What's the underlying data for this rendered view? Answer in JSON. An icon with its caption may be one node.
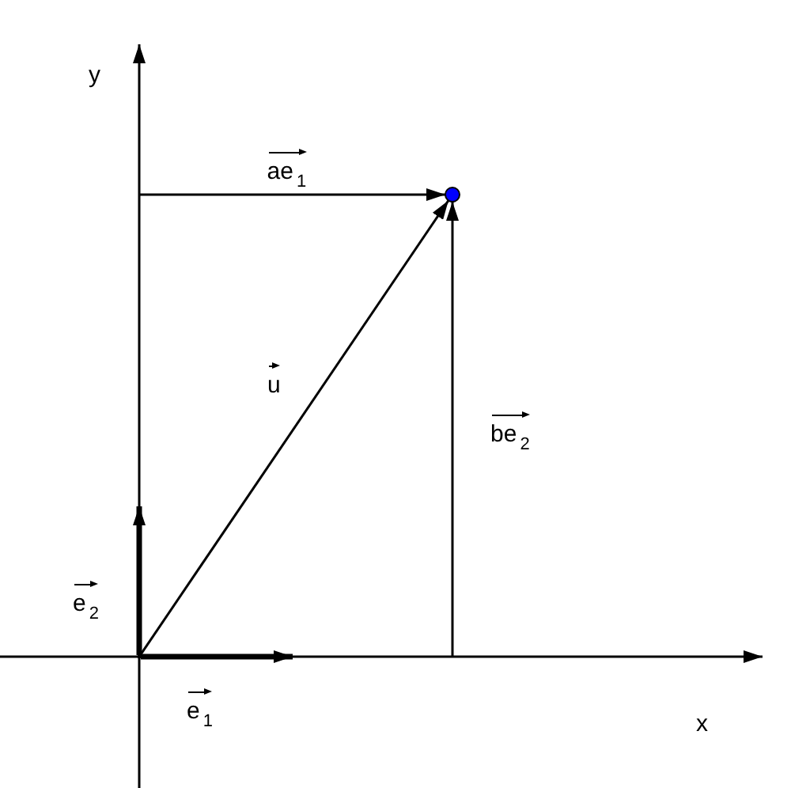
{
  "diagram": {
    "nodes": [
      {
        "text": [],
        "shape": "point"
      },
      {
        "text": [],
        "shape": "circle"
      }
    ],
    "edges": [
      {
        "from": 0,
        "to": 1,
        "arrow": "to",
        "label": "u"
      },
      {
        "from": null,
        "to": 1,
        "arrow": "to",
        "label": "ae$_{1}$"
      },
      {
        "from": null,
        "to": 1,
        "arrow": "to",
        "label": "be$_{2}$"
      },
      {
        "from": 0,
        "to": null,
        "arrow": "to",
        "label": "e$_{2}$",
        "style": "thick"
      },
      {
        "from": 0,
        "to": null,
        "arrow": "to",
        "label": "e$_{1}$",
        "style": "thick"
      }
    ],
    "labels": [
      "y",
      "x"
    ]
  }
}
